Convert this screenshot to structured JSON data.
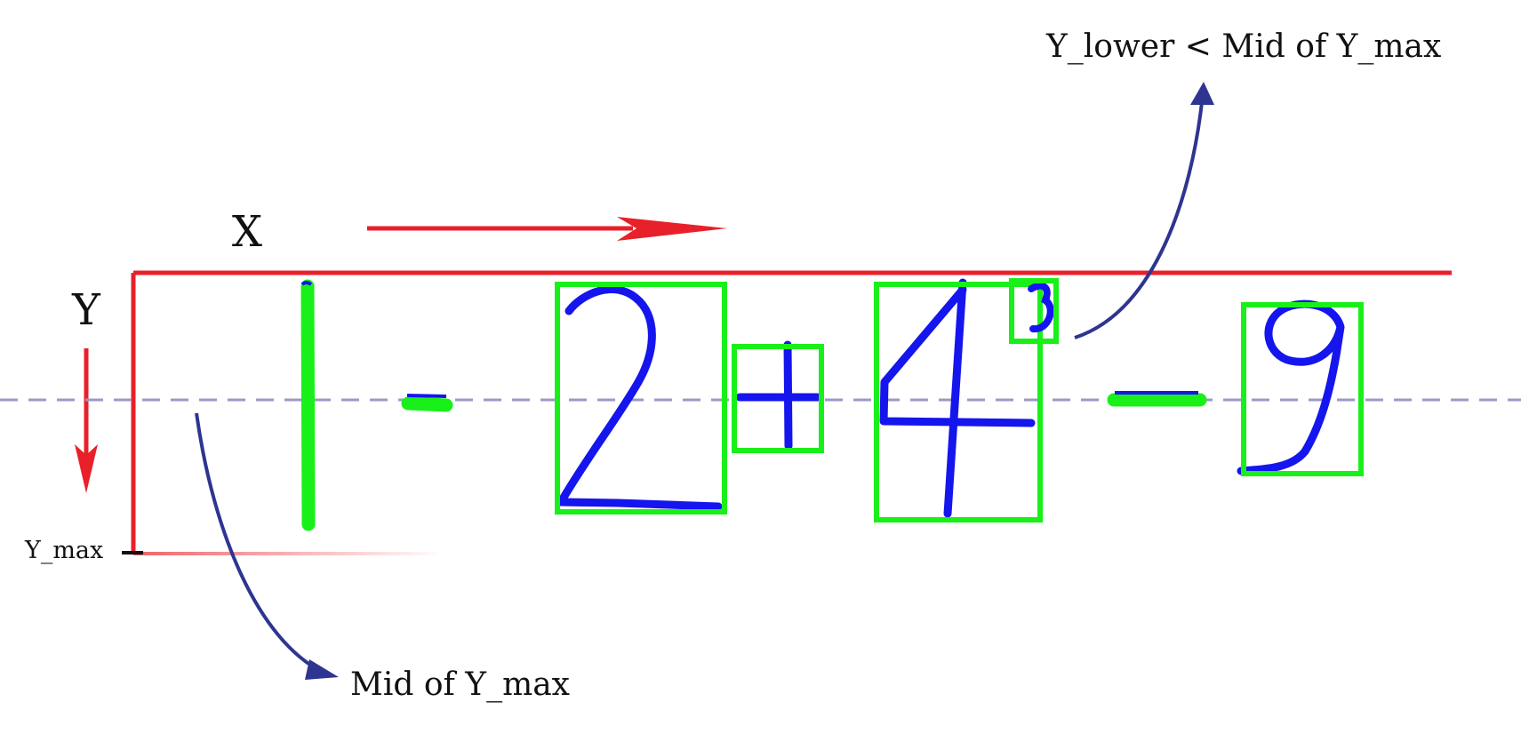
{
  "labels": {
    "x_axis": "X",
    "y_axis": "Y",
    "y_max": "Y_max",
    "mid_of_y_max": "Mid of Y_max",
    "y_lower_rule": "Y_lower < Mid of Y_max"
  },
  "symbols": [
    {
      "name": "digit-one",
      "glyph": "1"
    },
    {
      "name": "minus-sign",
      "glyph": "-"
    },
    {
      "name": "digit-two",
      "glyph": "2"
    },
    {
      "name": "plus-sign",
      "glyph": "+"
    },
    {
      "name": "digit-four",
      "glyph": "4"
    },
    {
      "name": "superscript-three",
      "glyph": "3"
    },
    {
      "name": "minus-sign-2",
      "glyph": "-"
    },
    {
      "name": "digit-nine",
      "glyph": "9"
    }
  ],
  "colors": {
    "axis": "#e8202a",
    "ink": "#1515ee",
    "bbox": "#19f019",
    "midline": "#9a9ac8",
    "callout": "#2e3590",
    "text": "#111111"
  }
}
